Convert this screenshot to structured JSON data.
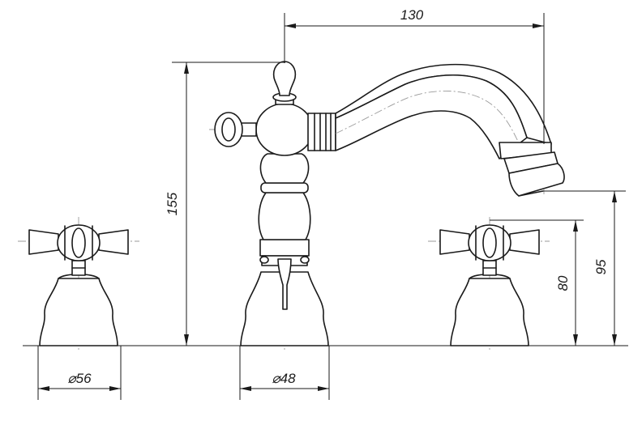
{
  "drawing": {
    "dims": {
      "spout_reach": "130",
      "total_height": "155",
      "spout_height": "95",
      "handle_height": "80",
      "handle_base_dia": "⌀56",
      "spout_base_dia": "⌀48"
    }
  }
}
